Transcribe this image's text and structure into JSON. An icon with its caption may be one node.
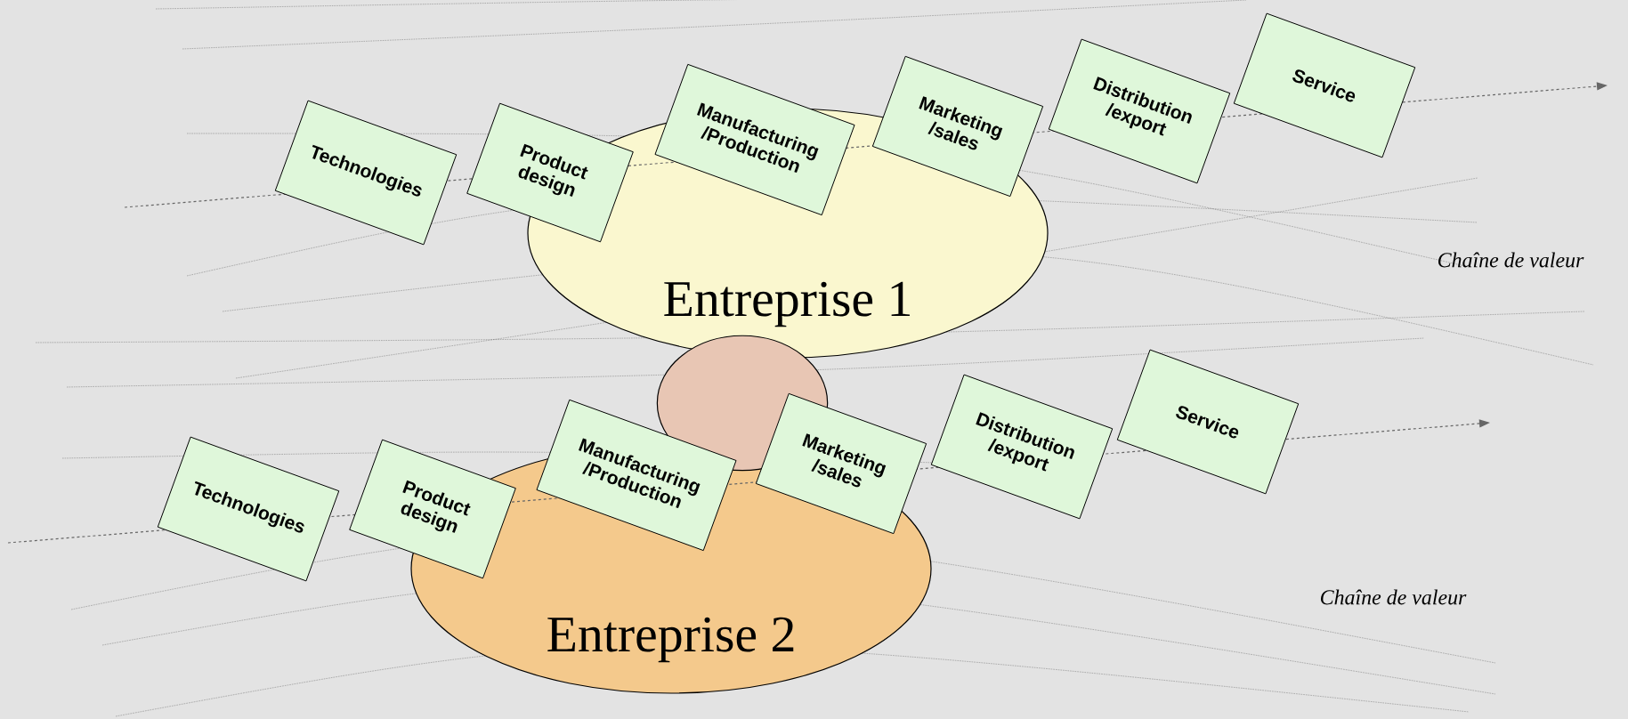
{
  "diagram": {
    "nodes": [
      {
        "text": [
          "Technologies"
        ]
      },
      {
        "text": [
          "Product design"
        ]
      },
      {
        "text": [
          "Manufacturing /Production"
        ]
      },
      {
        "text": [
          "Marketing /sales"
        ]
      },
      {
        "text": [
          "Distribution /export"
        ]
      },
      {
        "text": [
          "Service"
        ]
      },
      {
        "text": [
          "Entreprise 1"
        ]
      },
      {
        "text": [],
        "shape": "circle"
      },
      {
        "text": [
          "Technologies"
        ]
      },
      {
        "text": [
          "Product design"
        ]
      },
      {
        "text": [
          "Manufacturing /Production"
        ]
      },
      {
        "text": [
          "Marketing /sales"
        ]
      },
      {
        "text": [
          "Distribution /export"
        ]
      },
      {
        "text": [
          "Service"
        ]
      },
      {
        "text": [
          "Entreprise 2"
        ]
      }
    ],
    "labels": [
      "Chaîne de valeur",
      "Chaîne de valeur"
    ]
  }
}
